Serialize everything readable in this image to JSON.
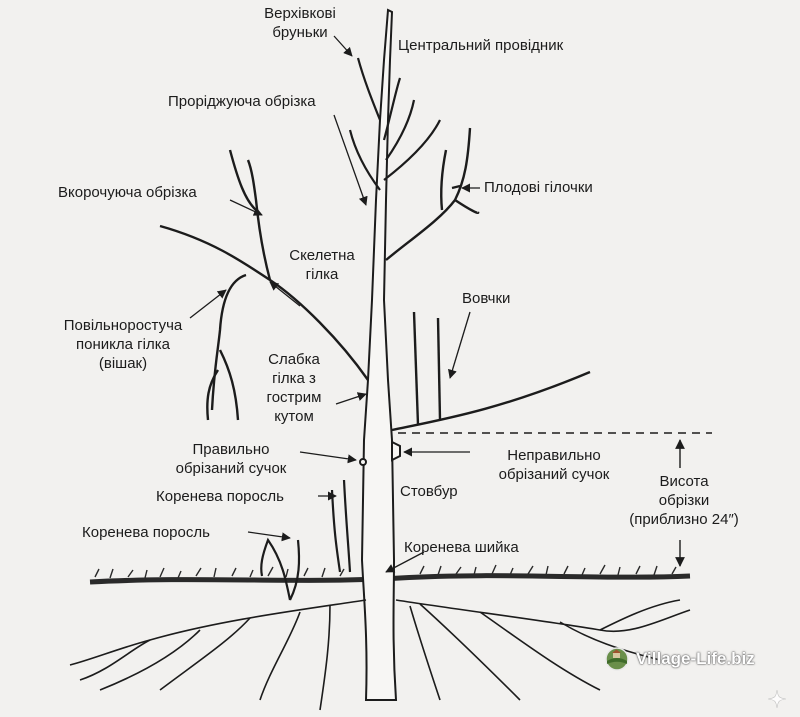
{
  "labels": {
    "top_buds": "Верхівкові\nбруньки",
    "central_leader": "Центральний провідник",
    "thinning_cut": "Проріджуюча обрізка",
    "fruit_spurs": "Плодові гілочки",
    "heading_cut": "Вкорочуюча обрізка",
    "scaffold_branch": "Скелетна\nгілка",
    "water_sprouts": "Вовчки",
    "hanger": "Повільноростуча\nпоникла гілка\n(вішак)",
    "weak_crotch": "Слабка\nгілка з\nгострим\nкутом",
    "proper_stub": "Правильно\nобрізаний сучок",
    "improper_stub": "Неправильно\nобрізаний сучок",
    "sucker_1": "Коренева поросль",
    "sucker_2": "Коренева поросль",
    "trunk": "Стовбур",
    "root_collar": "Коренева шийка",
    "cut_height": "Висота\nобрізки\n(приблизно 24″)"
  },
  "watermark": {
    "text": "Village-Life.biz",
    "icon": "globe-farm-icon"
  },
  "colors": {
    "background": "#f2f1ef",
    "ink": "#1c1c1c"
  }
}
